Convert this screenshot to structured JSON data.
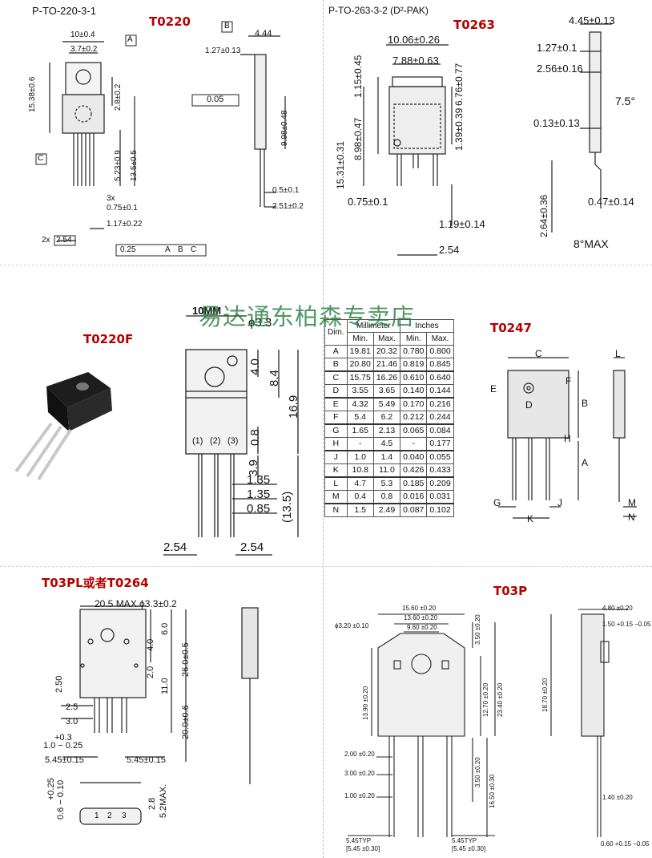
{
  "panels": {
    "to220": {
      "code": "P-TO-220-3-1",
      "title": "T0220",
      "dims": {
        "w10": "10±0.4",
        "w37": "3.7±0.2",
        "h1538": "15.38±0.6",
        "h28": "2.8±0.2",
        "h523": "5.23±0.9",
        "h135": "13.5±0.5",
        "n3x": "3x",
        "lead075": "0.75±0.1",
        "p117": "1.17±0.22",
        "p254": "2.54",
        "pitch2x": "2x",
        "tol025": "0.25",
        "mA": "A",
        "mB": "B",
        "mC": "C",
        "t444": "4.44",
        "t127": "1.27±0.13",
        "flat005": "0.05",
        "h998": "9.98±0.48",
        "l05": "0.5±0.1",
        "l251": "2.51±0.2"
      }
    },
    "to263": {
      "code": "P-TO-263-3-2 (D²-PAK)",
      "title": "T0263",
      "dims": {
        "w1006": "10.06±0.26",
        "w788": "7.88±0.63",
        "h115": "1.15±0.45",
        "h676": "6.76±0.77",
        "h898": "8.98±0.47",
        "h1531": "15.31±0.31",
        "h139": "1.39±0.39",
        "l075": "0.75±0.1",
        "l119": "1.19±0.14",
        "p254": "2.54",
        "s445": "4.45±0.13",
        "s127": "1.27±0.1",
        "s256": "2.56±0.16",
        "s013": "0.13±0.13",
        "ang75": "7.5°",
        "s264": "2.64±0.36",
        "s047": "0.47±0.14",
        "ang8": "8°MAX"
      }
    },
    "to220f": {
      "title": "T0220F",
      "dims": {
        "w10": "10MM",
        "hole": "ϕ3.3",
        "h40": "4.0",
        "h84": "8.4",
        "h169": "16.9",
        "h08": "0.8",
        "h39": "3.9",
        "h135": "(13.5)",
        "l135a": "1.35",
        "l135b": "1.35",
        "l085": "0.85",
        "p254a": "2.54",
        "p254b": "2.54",
        "pin1": "(1)",
        "pin2": "(2)",
        "pin3": "(3)"
      }
    },
    "to247": {
      "title": "T0247",
      "table": {
        "head1": [
          "Dim.",
          "Millimeter",
          "Inches"
        ],
        "head2": [
          "",
          "Min.",
          "Max.",
          "Min.",
          "Max."
        ],
        "groups": [
          [
            [
              "A",
              "19.81",
              "20.32",
              "0.780",
              "0.800"
            ],
            [
              "B",
              "20.80",
              "21.46",
              "0.819",
              "0.845"
            ]
          ],
          [
            [
              "C",
              "15.75",
              "16.26",
              "0.610",
              "0.640"
            ],
            [
              "D",
              "3.55",
              "3.65",
              "0.140",
              "0.144"
            ]
          ],
          [
            [
              "E",
              "4.32",
              "5.49",
              "0.170",
              "0.216"
            ],
            [
              "F",
              "5.4",
              "6.2",
              "0.212",
              "0.244"
            ]
          ],
          [
            [
              "G",
              "1.65",
              "2.13",
              "0.065",
              "0.084"
            ],
            [
              "H",
              "-",
              "4.5",
              "-",
              "0.177"
            ]
          ],
          [
            [
              "J",
              "1.0",
              "1.4",
              "0.040",
              "0.055"
            ],
            [
              "K",
              "10.8",
              "11.0",
              "0.426",
              "0.433"
            ]
          ],
          [
            [
              "L",
              "4.7",
              "5.3",
              "0.185",
              "0.209"
            ],
            [
              "M",
              "0.4",
              "0.8",
              "0.016",
              "0.031"
            ]
          ],
          [
            [
              "N",
              "1.5",
              "2.49",
              "0.087",
              "0.102"
            ]
          ]
        ]
      },
      "labels": {
        "C": "C",
        "L": "L",
        "E": "E",
        "F": "F",
        "D": "D",
        "B": "B",
        "H": "H",
        "A": "A",
        "G": "G",
        "J": "J",
        "K": "K",
        "M": "M",
        "N": "N"
      }
    },
    "to3pl": {
      "title": "T03PL或者T0264",
      "dims": {
        "w205": "20.5 MAX.",
        "hole": "ϕ3.3±0.2",
        "h60": "6.0",
        "h40": "4.0",
        "h20": "2.0",
        "h260": "26.0±0.5",
        "h110": "11.0",
        "h250": "2.50",
        "l25": "2.5",
        "l30": "3.0",
        "tolp": "+0.3",
        "tolm": "1.0 − 0.25",
        "h200": "20.0±0.6",
        "p545a": "5.45±0.15",
        "p545b": "5.45±0.15",
        "tolp2": "+0.25",
        "tolm2": "0.6 − 0.10",
        "h28": "2.8",
        "h52": "5.2MAX.",
        "pin1": "1",
        "pin2": "2",
        "pin3": "3"
      }
    },
    "to3p": {
      "title": "T03P",
      "dims": {
        "w1560": "15.60 ±0.20",
        "w1360": "13.60 ±0.20",
        "w960": "9.60 ±0.20",
        "hole": "ϕ3.20 ±0.10",
        "h350": "3.50 ±0.20",
        "h1390": "13.90 ±0.20",
        "h1270": "12.70 ±0.20",
        "h2340": "23.40 ±0.20",
        "h1870": "18.70 ±0.20",
        "l200": "2.00 ±0.20",
        "l300": "3.00 ±0.20",
        "l100": "1.00 ±0.20",
        "h350b": "3.50 ±0.20",
        "h1650": "16.50 ±0.30",
        "s480": "4.80 ±0.20",
        "s150": "1.50 +0.15 −0.05",
        "s140": "1.40 ±0.20",
        "s060": "0.60 +0.15 −0.05",
        "p545a": "5.45TYP",
        "p545a2": "[5.45 ±0.30]",
        "p545b": "5.45TYP",
        "p545b2": "[5.45 ±0.30]"
      }
    }
  },
  "watermark": "易达通东柏森专卖店"
}
